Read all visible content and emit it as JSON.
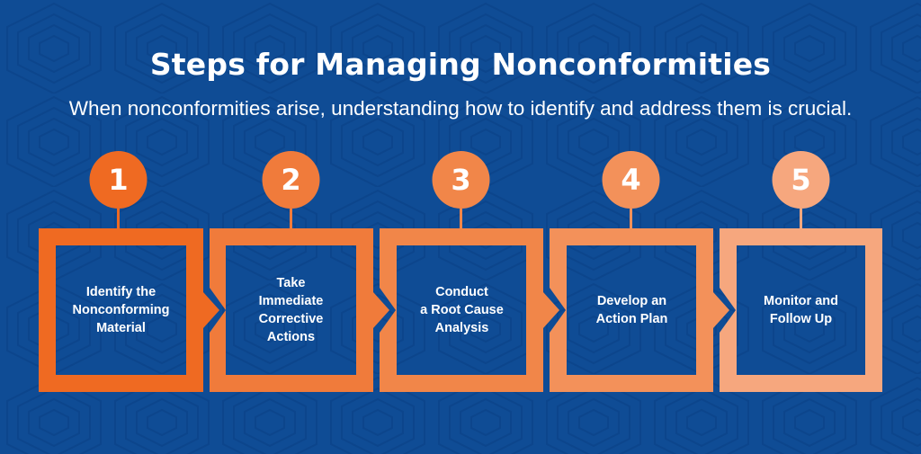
{
  "header": {
    "title": "Steps for Managing Nonconformities",
    "subtitle": "When nonconformities arise, understanding how to identify and address them is crucial."
  },
  "colors": {
    "background": "#0f4c95",
    "step_1": "#ef6a22",
    "step_2": "#f07b3b",
    "step_3": "#f18649",
    "step_4": "#f3915a",
    "step_5": "#f6a77e",
    "text": "#ffffff"
  },
  "steps": [
    {
      "number": "1",
      "lines": [
        "Identify the",
        "Nonconforming",
        "Material"
      ]
    },
    {
      "number": "2",
      "lines": [
        "Take",
        "Immediate",
        "Corrective",
        "Actions"
      ]
    },
    {
      "number": "3",
      "lines": [
        "Conduct",
        "a Root Cause",
        "Analysis"
      ]
    },
    {
      "number": "4",
      "lines": [
        "Develop an",
        "Action Plan"
      ]
    },
    {
      "number": "5",
      "lines": [
        "Monitor and",
        "Follow Up"
      ]
    }
  ]
}
